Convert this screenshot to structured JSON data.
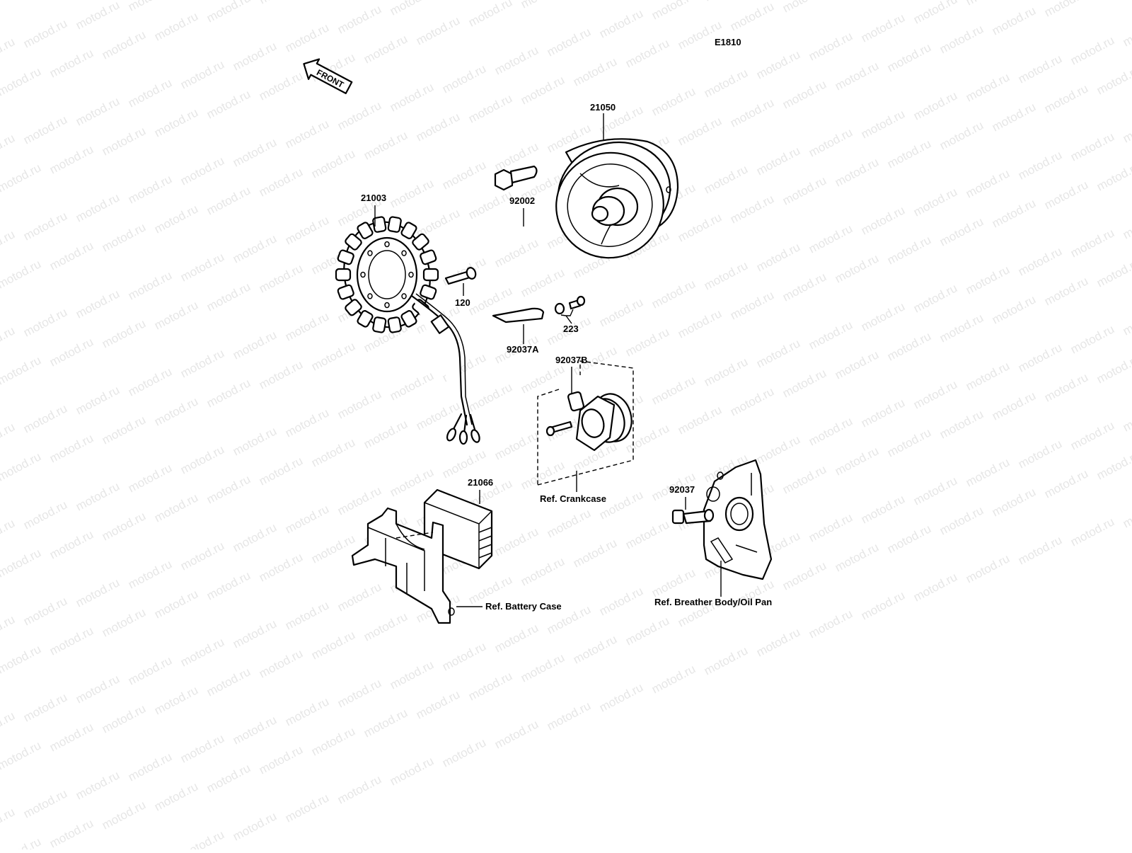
{
  "diagram": {
    "code": "E1810",
    "front_arrow": "FRONT",
    "watermark": "motod.ru",
    "labels": {
      "flywheel": "21050",
      "stator": "21003",
      "flywheel_bolt": "92002",
      "screw": "120",
      "clamp_a": "92037A",
      "washer_screw": "223",
      "clamp_b": "92037B",
      "ref_crankcase": "Ref. Crankcase",
      "regulator": "21066",
      "ref_battery_case": "Ref. Battery Case",
      "clamp": "92037",
      "ref_breather": "Ref. Breather Body/Oil Pan"
    }
  }
}
